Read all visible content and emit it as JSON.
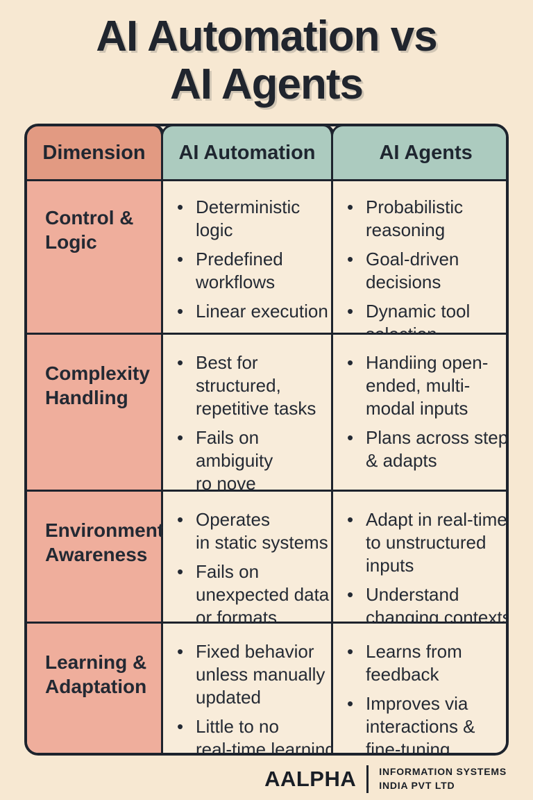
{
  "title": "AI Automation vs\nAI Agents",
  "bullet_glyph": "•",
  "colors": {
    "page_bg": "#f7e8d2",
    "cell_bg": "#f8ecda",
    "header_dimension_bg": "#e29a82",
    "header_columns_bg": "#accbbf",
    "row_label_bg": "#efae9c",
    "border": "#1d232d",
    "text": "#222833"
  },
  "table": {
    "headers": [
      "Dimension",
      "AI Automation",
      "AI Agents"
    ],
    "rows": [
      {
        "dimension": "Control &\nLogic",
        "automation": [
          "Deterministic\nlogic",
          "Predefined\nworkflows",
          "Linear execution"
        ],
        "agents": [
          "Probabilistic\nreasoning",
          "Goal-driven\ndecisions",
          "Dynamic tool\nselection"
        ]
      },
      {
        "dimension": "Complexity\nHandling",
        "automation": [
          "Best for\nstructured,\nrepetitive tasks",
          "Fails on\nambiguity\nro nove"
        ],
        "agents": [
          "Handiing open-\nended, multi-\nmodal inputs",
          "Plans across steps\n& adapts"
        ]
      },
      {
        "dimension": "Environment\nAwareness",
        "automation": [
          "Operates\nin static systems",
          "Fails on\nunexpected data\nor formats"
        ],
        "agents": [
          "Adapt in real-time\nto unstructured\ninputs",
          "Understand\nchanging contexts"
        ]
      },
      {
        "dimension": "Learning &\nAdaptation",
        "automation": [
          "Fixed behavior\nunless manually\nupdated",
          "Little to no\nreal-time learning"
        ],
        "agents": [
          "Learns from\nfeedback",
          "Improves via\ninteractions &\nfine-tuning"
        ]
      }
    ]
  },
  "footer": {
    "brand": "AALPHA",
    "org_line1": "INFORMATION SYSTEMS",
    "org_line2": "INDIA PVT LTD"
  }
}
